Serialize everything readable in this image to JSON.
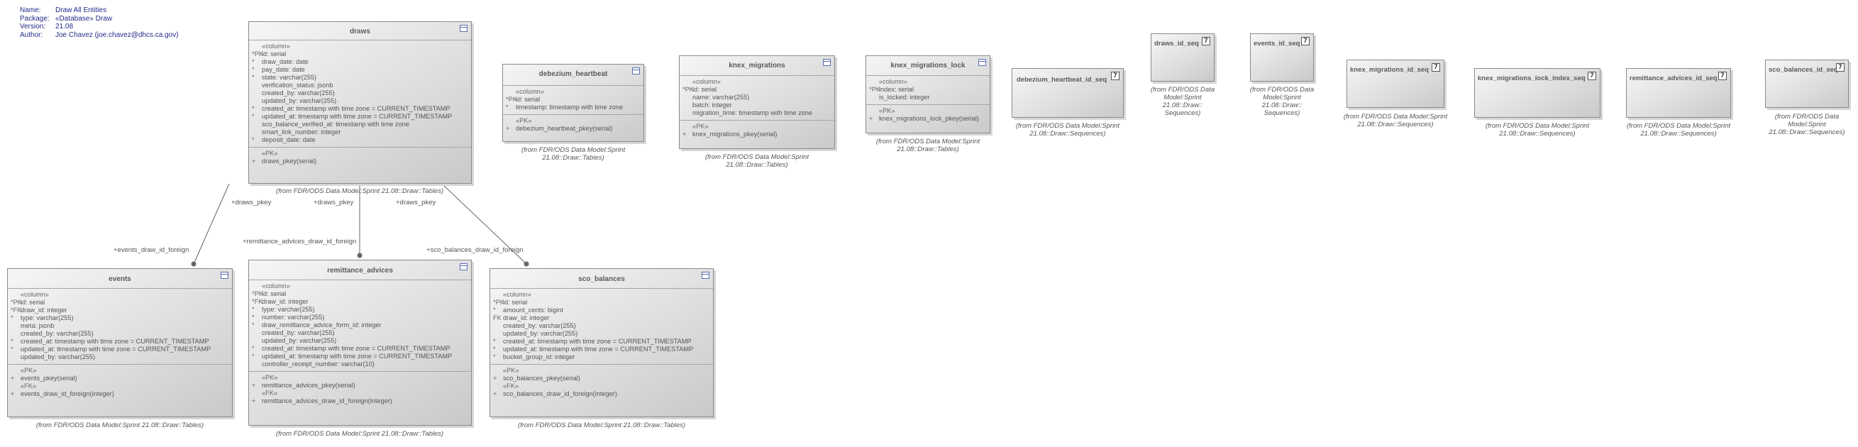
{
  "meta": {
    "rows": [
      {
        "k": "Name:",
        "v": "Draw All Entities"
      },
      {
        "k": "Package:",
        "v": "«Database» Draw"
      },
      {
        "k": "Version:",
        "v": "21.08"
      },
      {
        "k": "Author:",
        "v": "Joe Chavez (joe.chavez@dhcs.ca.gov)"
      }
    ]
  },
  "entities": {
    "draws": {
      "name": "draws",
      "icon": "table-icon",
      "sections": [
        {
          "header": "«column»",
          "lines": [
            {
              "m": "*PK",
              "t": "id: serial"
            },
            {
              "m": "*",
              "t": "draw_date: date"
            },
            {
              "m": "*",
              "t": "pay_date: date"
            },
            {
              "m": "*",
              "t": "state: varchar(255)"
            },
            {
              "m": "",
              "t": "verification_status: jsonb"
            },
            {
              "m": "",
              "t": "created_by: varchar(255)"
            },
            {
              "m": "",
              "t": "updated_by: varchar(255)"
            },
            {
              "m": "*",
              "t": "created_at: timestamp with time zone = CURRENT_TIMESTAMP"
            },
            {
              "m": "*",
              "t": "updated_at: timestamp with time zone = CURRENT_TIMESTAMP"
            },
            {
              "m": "",
              "t": "sco_balance_verified_at: timestamp with time zone"
            },
            {
              "m": "",
              "t": "smart_link_number: integer"
            },
            {
              "m": "*",
              "t": "deposit_date: date"
            }
          ]
        },
        {
          "header": "«PK»",
          "lines": [
            {
              "m": "+",
              "t": "draws_pkey(serial)"
            }
          ]
        }
      ],
      "caption": "(from FDR/ODS Data Model:Sprint 21.08::Draw::Tables)"
    },
    "events": {
      "name": "events",
      "icon": "table-icon",
      "sections": [
        {
          "header": "«column»",
          "lines": [
            {
              "m": "*PK",
              "t": "id: serial"
            },
            {
              "m": "*FK",
              "t": "draw_id: integer"
            },
            {
              "m": "*",
              "t": "type: varchar(255)"
            },
            {
              "m": "",
              "t": "meta: jsonb"
            },
            {
              "m": "",
              "t": "created_by: varchar(255)"
            },
            {
              "m": "*",
              "t": "created_at: timestamp with time zone = CURRENT_TIMESTAMP"
            },
            {
              "m": "*",
              "t": "updated_at: timestamp with time zone = CURRENT_TIMESTAMP"
            },
            {
              "m": "",
              "t": "updated_by: varchar(255)"
            }
          ]
        },
        {
          "header": "«PK»",
          "lines": [
            {
              "m": "+",
              "t": "events_pkey(serial)"
            }
          ]
        },
        {
          "header": "«FK»",
          "lines": [
            {
              "m": "+",
              "t": "events_draw_id_foreign(integer)"
            }
          ]
        }
      ],
      "caption": "(from FDR/ODS Data Model:Sprint 21.08::Draw::Tables)"
    },
    "remittance_advices": {
      "name": "remittance_advices",
      "icon": "table-icon",
      "sections": [
        {
          "header": "«column»",
          "lines": [
            {
              "m": "*PK",
              "t": "id: serial"
            },
            {
              "m": "*FK",
              "t": "draw_id: integer"
            },
            {
              "m": "*",
              "t": "type: varchar(255)"
            },
            {
              "m": "*",
              "t": "number: varchar(255)"
            },
            {
              "m": "*",
              "t": "draw_remittance_advice_form_id: integer"
            },
            {
              "m": "",
              "t": "created_by: varchar(255)"
            },
            {
              "m": "",
              "t": "updated_by: varchar(255)"
            },
            {
              "m": "*",
              "t": "created_at: timestamp with time zone = CURRENT_TIMESTAMP"
            },
            {
              "m": "*",
              "t": "updated_at: timestamp with time zone = CURRENT_TIMESTAMP"
            },
            {
              "m": "",
              "t": "controller_receipt_number: varchar(10)"
            }
          ]
        },
        {
          "header": "«PK»",
          "lines": [
            {
              "m": "+",
              "t": "remittance_advices_pkey(serial)"
            }
          ]
        },
        {
          "header": "«FK»",
          "lines": [
            {
              "m": "+",
              "t": "remittance_advices_draw_id_foreign(integer)"
            }
          ]
        }
      ],
      "caption": "(from FDR/ODS Data Model:Sprint 21.08::Draw::Tables)"
    },
    "sco_balances": {
      "name": "sco_balances",
      "icon": "table-icon",
      "sections": [
        {
          "header": "«column»",
          "lines": [
            {
              "m": "*PK",
              "t": "id: serial"
            },
            {
              "m": "*",
              "t": "amount_cents: bigint"
            },
            {
              "m": "FK",
              "t": "draw_id: integer"
            },
            {
              "m": "",
              "t": "created_by: varchar(255)"
            },
            {
              "m": "",
              "t": "updated_by: varchar(255)"
            },
            {
              "m": "*",
              "t": "created_at: timestamp with time zone = CURRENT_TIMESTAMP"
            },
            {
              "m": "*",
              "t": "updated_at: timestamp with time zone = CURRENT_TIMESTAMP"
            },
            {
              "m": "*",
              "t": "bucket_group_id: integer"
            }
          ]
        },
        {
          "header": "«PK»",
          "lines": [
            {
              "m": "+",
              "t": "sco_balances_pkey(serial)"
            }
          ]
        },
        {
          "header": "«FK»",
          "lines": [
            {
              "m": "+",
              "t": "sco_balances_draw_id_foreign(integer)"
            }
          ]
        }
      ],
      "caption": "(from FDR/ODS Data Model:Sprint 21.08::Draw::Tables)"
    },
    "debezium_heartbeat": {
      "name": "debezium_heartbeat",
      "icon": "table-icon",
      "sections": [
        {
          "header": "«column»",
          "lines": [
            {
              "m": "*PK",
              "t": "id: serial"
            },
            {
              "m": "*",
              "t": "timestamp: timestamp with time zone"
            }
          ]
        },
        {
          "header": "«PK»",
          "lines": [
            {
              "m": "+",
              "t": "debezium_heartbeat_pkey(serial)"
            }
          ]
        }
      ],
      "caption": "(from FDR/ODS Data Model:Sprint 21.08::Draw::Tables)"
    },
    "knex_migrations": {
      "name": "knex_migrations",
      "icon": "table-icon",
      "sections": [
        {
          "header": "«column»",
          "lines": [
            {
              "m": "*PK",
              "t": "id: serial"
            },
            {
              "m": "",
              "t": "name: varchar(255)"
            },
            {
              "m": "",
              "t": "batch: integer"
            },
            {
              "m": "",
              "t": "migration_time: timestamp with time zone"
            }
          ]
        },
        {
          "header": "«PK»",
          "lines": [
            {
              "m": "+",
              "t": "knex_migrations_pkey(serial)"
            }
          ]
        }
      ],
      "caption": "(from FDR/ODS Data Model:Sprint 21.08::Draw::Tables)"
    },
    "knex_migrations_lock": {
      "name": "knex_migrations_lock",
      "icon": "table-icon",
      "sections": [
        {
          "header": "«column»",
          "lines": [
            {
              "m": "*PK",
              "t": "index: serial"
            },
            {
              "m": "",
              "t": "is_locked: integer"
            }
          ]
        },
        {
          "header": "«PK»",
          "lines": [
            {
              "m": "+",
              "t": "knex_migrations_lock_pkey(serial)"
            }
          ]
        }
      ],
      "caption": "(from FDR/ODS Data Model:Sprint 21.08::Draw::Tables)"
    }
  },
  "sequences": [
    {
      "name": "debezium_heartbeat_id_seq",
      "icon": "sequence-icon",
      "caption": "(from FDR/ODS Data Model:Sprint 21.08::Draw::Sequences)"
    },
    {
      "name": "draws_id_seq",
      "icon": "sequence-icon",
      "caption": "(from FDR/ODS Data Model:Sprint 21.08::Draw:: Sequences)"
    },
    {
      "name": "events_id_seq",
      "icon": "sequence-icon",
      "caption": "(from FDR/ODS Data Model:Sprint 21.08::Draw:: Sequences)"
    },
    {
      "name": "knex_migrations_id_seq",
      "icon": "sequence-icon",
      "caption": "(from FDR/ODS Data Model:Sprint 21.08::Draw::Sequences)"
    },
    {
      "name": "knex_migrations_lock_index_seq",
      "icon": "sequence-icon",
      "caption": "(from FDR/ODS Data Model:Sprint 21.08::Draw::Sequences)"
    },
    {
      "name": "remittance_advices_id_seq",
      "icon": "sequence-icon",
      "caption": "(from FDR/ODS Data Model:Sprint 21.08::Draw::Sequences)"
    },
    {
      "name": "sco_balances_id_seq",
      "icon": "sequence-icon",
      "caption": "(from FDR/ODS Data Model:Sprint 21.08::Draw::Sequences)"
    }
  ],
  "relations": [
    {
      "source_label": "+draws_pkey",
      "target_label": "+events_draw_id_foreign"
    },
    {
      "source_label": "+draws_pkey",
      "target_label": "+remittance_advices_draw_id_foreign"
    },
    {
      "source_label": "+draws_pkey",
      "target_label": "+sco_balances_draw_id_foreign"
    }
  ]
}
